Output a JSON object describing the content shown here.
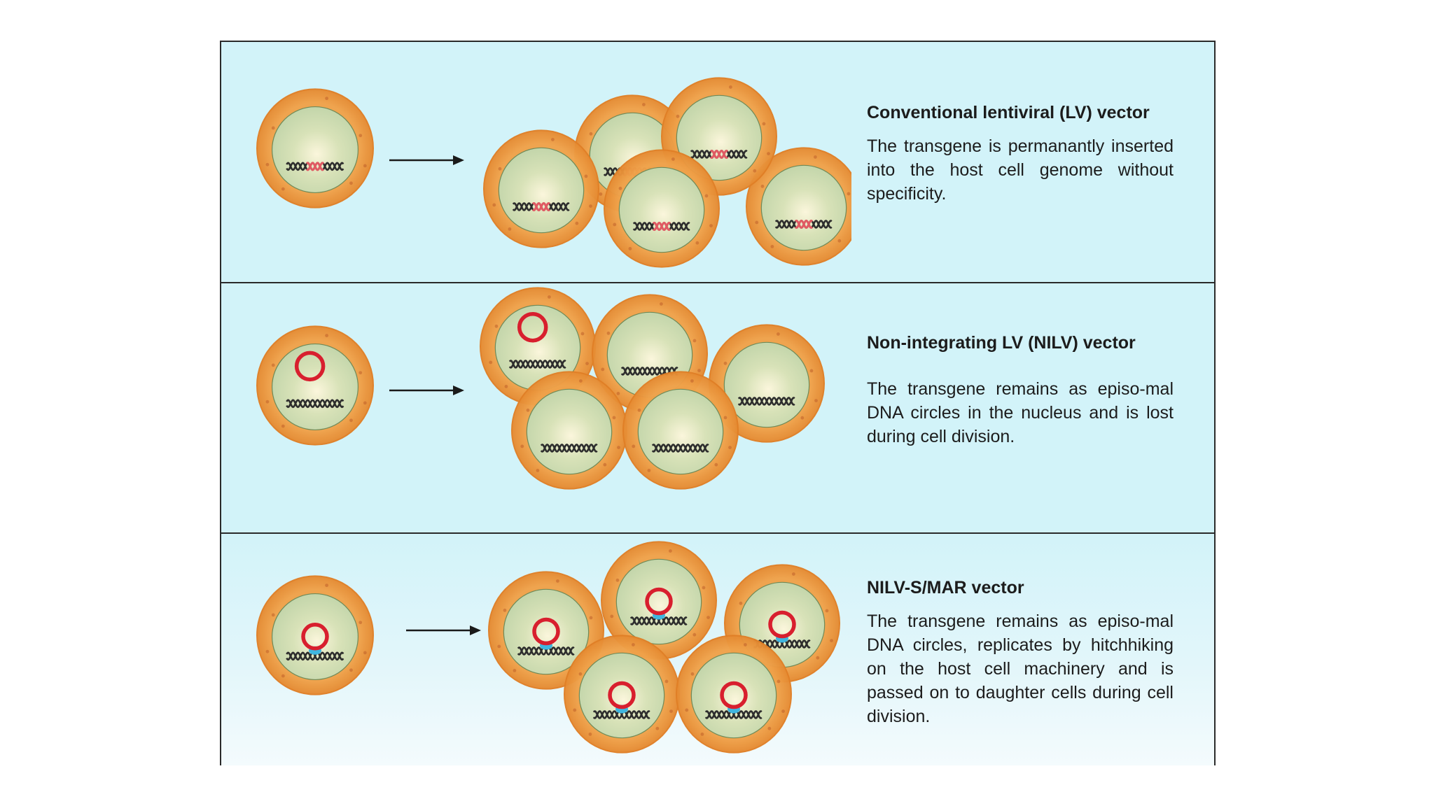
{
  "panels": [
    {
      "title": "Conventional lentiviral (LV) vector",
      "description": "The transgene is permanantly inserted into the host cell genome without specificity.",
      "transgene_form": "integrated"
    },
    {
      "title": "Non-integrating LV (NILV) vector",
      "description": "The transgene remains as episo-mal DNA circles in the nucleus and is lost during cell division.",
      "transgene_form": "episome-lost"
    },
    {
      "title": "NILV-S/MAR vector",
      "description": "The transgene remains as episo-mal DNA circles, replicates by hitchhiking on the host cell machinery and is passed on to daughter cells during cell division.",
      "transgene_form": "episome-tethered"
    }
  ],
  "colors": {
    "background": "#d2f3f9",
    "cell": "#f0a24a",
    "cell_edge": "#e07f26",
    "nucleus": "#bfd3a8",
    "nucleus_edge": "#6f8a58",
    "dna": "#2d2d2d",
    "transgene": "#e05a63",
    "episome": "#d81f2e",
    "smar_anchor": "#3fb6e0"
  }
}
